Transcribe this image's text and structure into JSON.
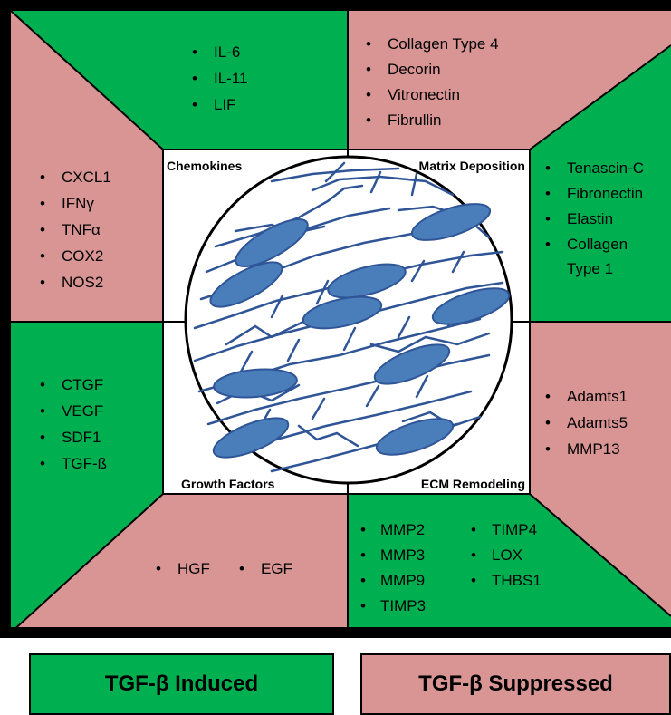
{
  "colors": {
    "induced": "#00b050",
    "suppressed": "#d99594",
    "nucleus": "#4a7ebb",
    "fiber": "#2f5597"
  },
  "regions": {
    "top_left": {
      "state": "induced",
      "items": [
        "IL-6",
        "IL-11",
        "LIF"
      ]
    },
    "top_right": {
      "state": "suppressed",
      "items": [
        "Collagen Type 4",
        "Decorin",
        "Vitronectin",
        "Fibrullin"
      ]
    },
    "left_top": {
      "state": "suppressed",
      "items": [
        "CXCL1",
        "IFNγ",
        "TNFα",
        "COX2",
        "NOS2"
      ]
    },
    "right_top": {
      "state": "induced",
      "items": [
        "Tenascin-C",
        "Fibronectin",
        "Elastin",
        "Collagen",
        "Type 1"
      ]
    },
    "left_bottom": {
      "state": "induced",
      "items": [
        "CTGF",
        "VEGF",
        "SDF1",
        "TGF-ß"
      ]
    },
    "right_bottom": {
      "state": "suppressed",
      "items": [
        "Adamts1",
        "Adamts5",
        "MMP13"
      ]
    },
    "bottom_left": {
      "state": "suppressed",
      "items": [
        "HGF",
        "EGF"
      ]
    },
    "bottom_right": {
      "state": "induced",
      "items_col1": [
        "MMP2",
        "MMP3",
        "MMP9",
        "TIMP3"
      ],
      "items_col2": [
        "TIMP4",
        "LOX",
        "THBS1"
      ]
    }
  },
  "quadrant_labels": {
    "chemokines": "Chemokines",
    "matrix_deposition": "Matrix Deposition",
    "growth_factors": "Growth Factors",
    "ecm_remodeling": "ECM Remodeling"
  },
  "legend": {
    "induced": "TGF-β Induced",
    "suppressed": "TGF-β Suppressed"
  }
}
